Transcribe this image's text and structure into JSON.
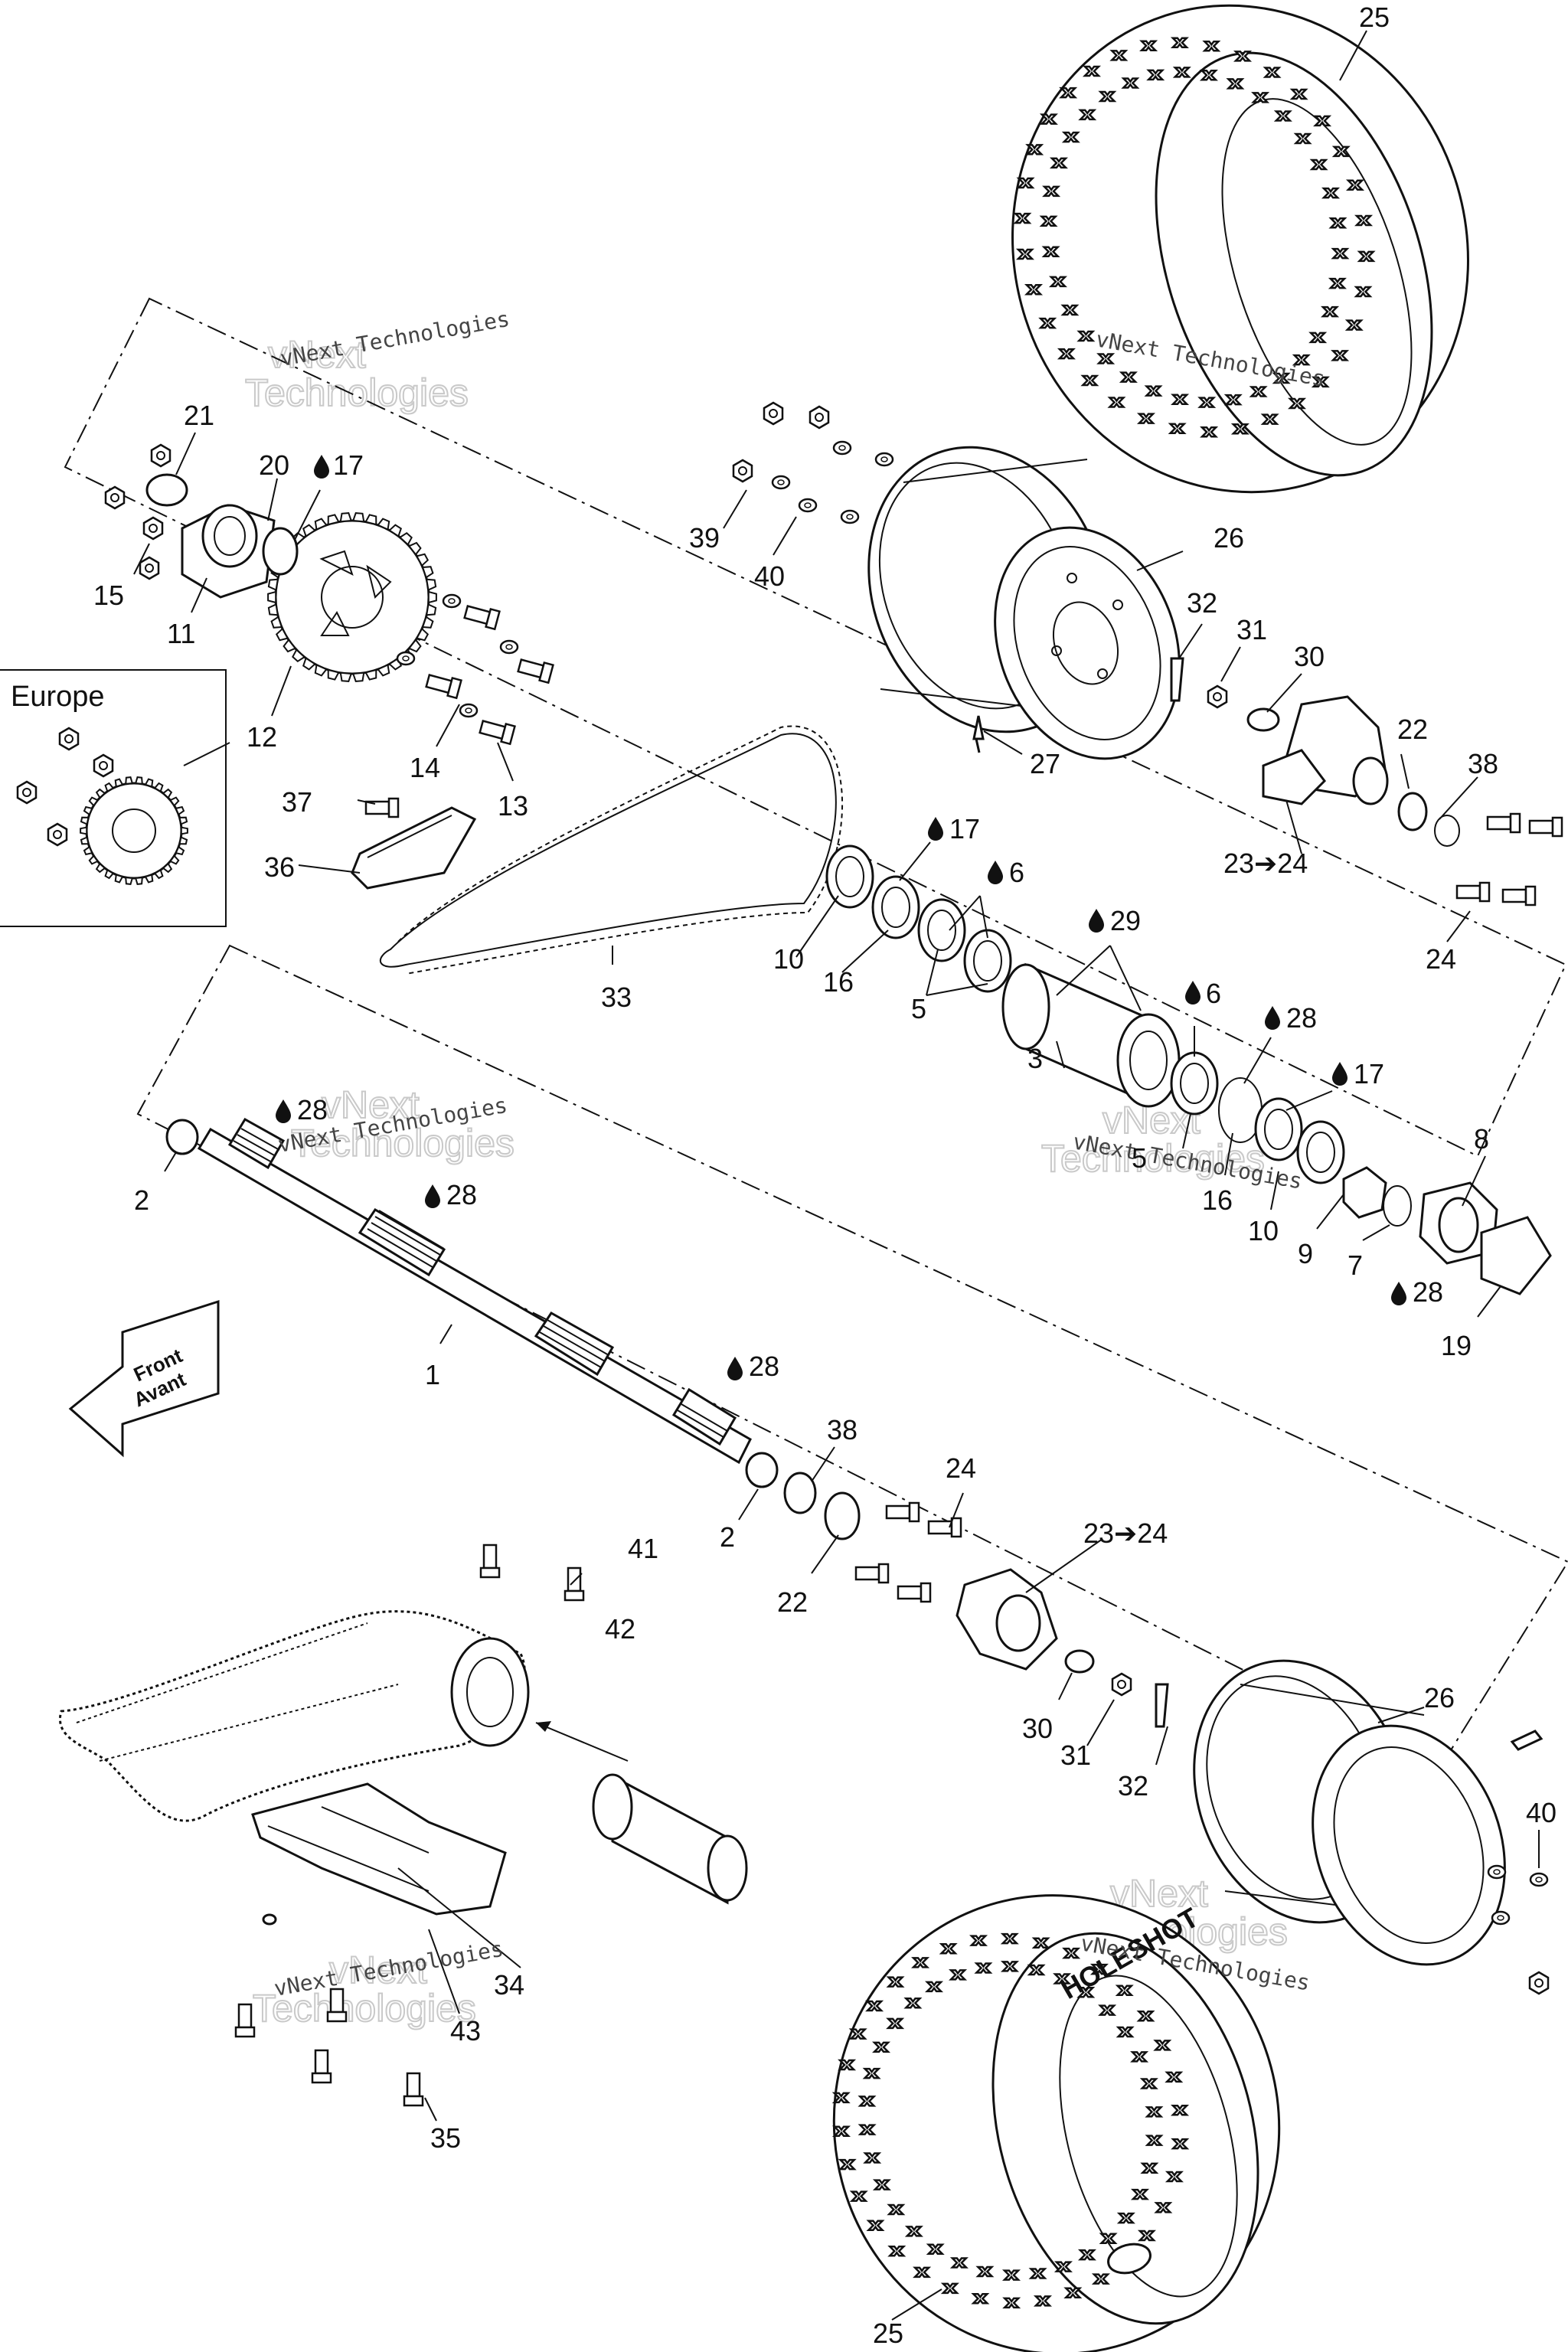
{
  "europe_label": "Europe",
  "front_label": {
    "line1": "Front",
    "line2": "Avant"
  },
  "watermark": {
    "small": "vNext Technologies",
    "big_line1": "vNext",
    "big_line2": "Technologies"
  },
  "tire_brand": "HOLESHOT",
  "tire_marking": "XC",
  "callouts": {
    "c25_top": "25",
    "c25_bottom": "25",
    "c21": "21",
    "c20": "20",
    "c17a": "17",
    "c15": "15",
    "c11": "11",
    "c12": "12",
    "c12_eu": "12",
    "c14": "14",
    "c13": "13",
    "c37": "37",
    "c36": "36",
    "c33": "33",
    "c39": "39",
    "c40_top": "40",
    "c26_top": "26",
    "c32_top": "32",
    "c31_top": "31",
    "c30_top": "30",
    "c27": "27",
    "c22_top": "22",
    "c38_top": "38",
    "c23_top": "23➔24",
    "c24_top": "24",
    "c17b": "17",
    "c6a": "6",
    "c10_top": "10",
    "c16_top": "16",
    "c5_top": "5",
    "c29": "29",
    "c6b": "6",
    "c28a": "28",
    "c3": "3",
    "c17c": "17",
    "c8": "8",
    "c5_mid": "5",
    "c16_mid": "16",
    "c10_mid": "10",
    "c9": "9",
    "c7": "7",
    "c28b": "28",
    "c19": "19",
    "c28c": "28",
    "c2_top": "2",
    "c28d": "28",
    "c1": "1",
    "c28e": "28",
    "c38_bot": "38",
    "c2_bot": "2",
    "c22_bot": "22",
    "c24_bot": "24",
    "c23_bot": "23➔24",
    "c41": "41",
    "c42": "42",
    "c30_bot": "30",
    "c31_bot": "31",
    "c32_bot": "32",
    "c26_bot": "26",
    "c40_bot": "40",
    "c34": "34",
    "c43": "43",
    "c35": "35"
  }
}
